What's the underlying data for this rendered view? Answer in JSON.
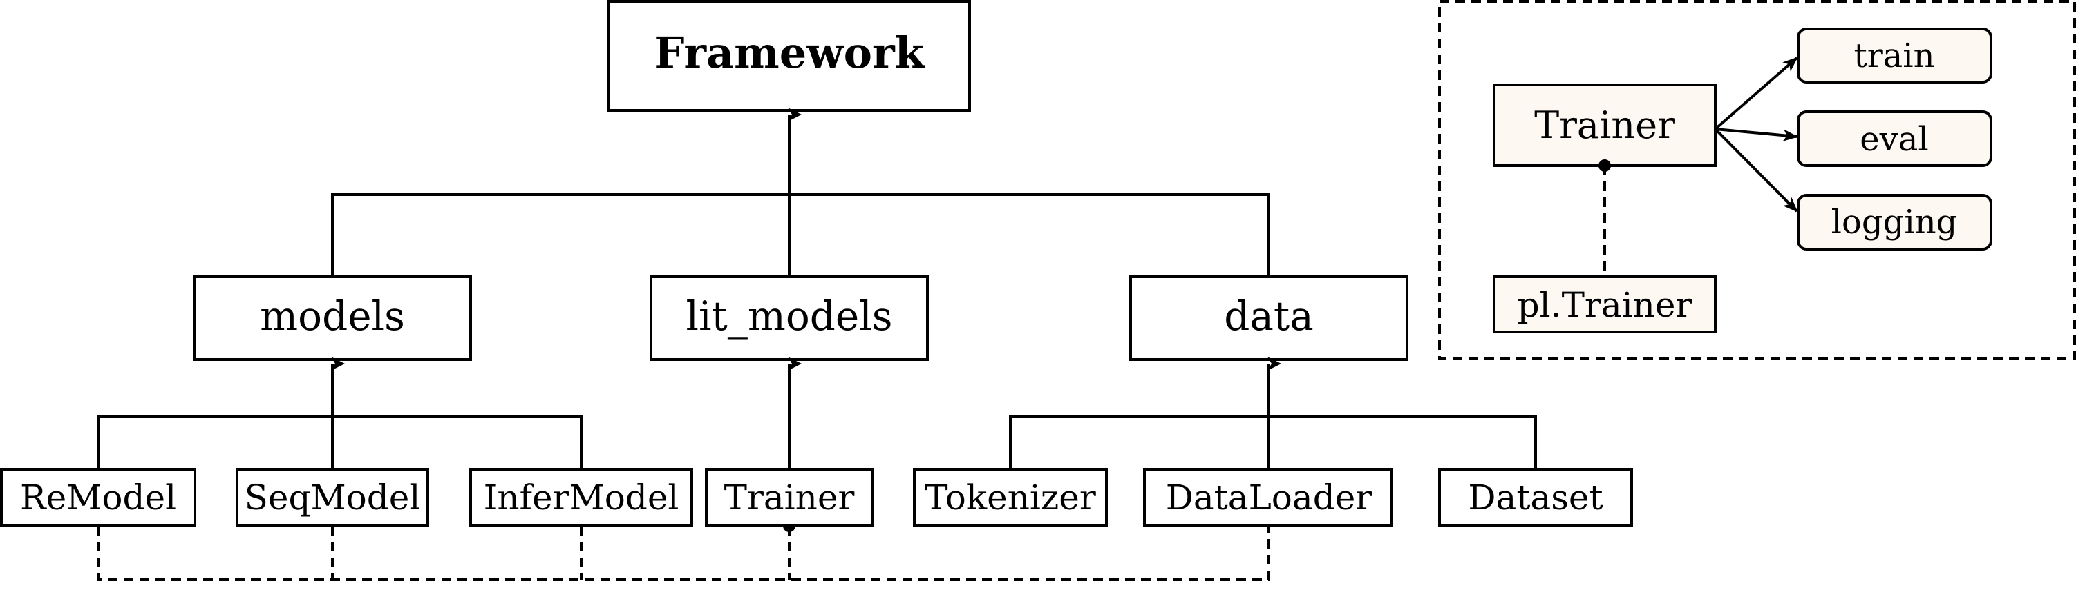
{
  "root": {
    "label": "Framework"
  },
  "modules": {
    "models": "models",
    "lit_models": "lit_models",
    "data": "data"
  },
  "components": {
    "remodel": "ReModel",
    "seqmodel": "SeqModel",
    "infermodel": "InferModel",
    "trainer": "Trainer",
    "tokenizer": "Tokenizer",
    "dataloader": "DataLoader",
    "dataset": "Dataset"
  },
  "inset": {
    "trainer": "Trainer",
    "base": "pl.Trainer",
    "actions": {
      "train": "train",
      "eval": "eval",
      "logging": "logging"
    }
  },
  "colors": {
    "tint": "#fdf8f2",
    "stroke": "#000000"
  }
}
